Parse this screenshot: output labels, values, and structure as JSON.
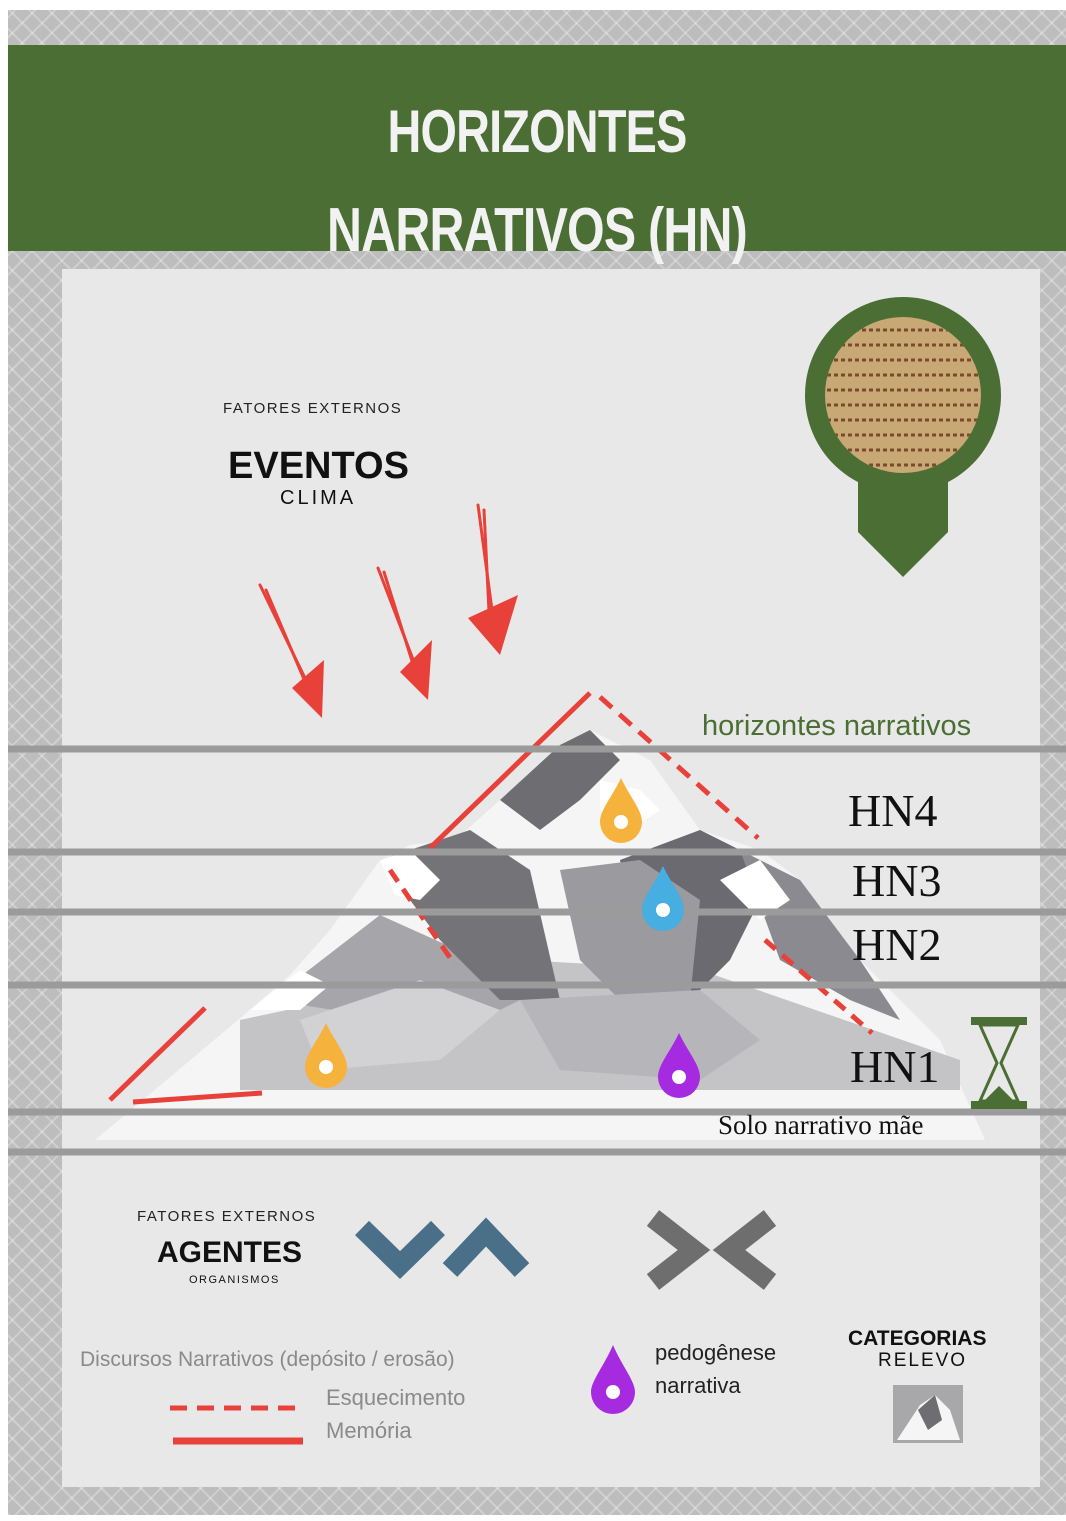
{
  "header": {
    "title_line_1": "HORIZONTES",
    "title_line_2": "NARRATIVOS (HN)"
  },
  "top_factors": {
    "heading": "FATORES EXTERNOS",
    "main": "EVENTOS",
    "sub": "CLIMA"
  },
  "horizons": {
    "heading": "horizontes narrativos",
    "levels": [
      "HN4",
      "HN3",
      "HN2",
      "HN1"
    ],
    "base": "Solo narrativo mãe"
  },
  "bottom_factors": {
    "heading": "FATORES EXTERNOS",
    "main": "AGENTES",
    "sub": "ORGANISMOS"
  },
  "legend": {
    "title": "Discursos Narrativos (depósito / erosão)",
    "dashed_label": "Esquecimento",
    "solid_label": "Memória",
    "drop_label_1": "pedogênese",
    "drop_label_2": "narrativa",
    "category_title": "CATEGORIAS",
    "category_sub": "RELEVO"
  },
  "colors": {
    "banner": "#4a6e33",
    "red": "#e8413a",
    "drop_orange": "#f5b23c",
    "drop_blue": "#46aee0",
    "drop_purple": "#a52ae0",
    "chevron_blue": "#4a7089",
    "chevron_gray": "#6e6e6e"
  },
  "icons": [
    "map-pin-manuscript-icon",
    "red-arrow-icon",
    "hourglass-icon",
    "mountain-thumbnail-icon",
    "chevron-down-icon",
    "chevron-up-icon",
    "chevron-right-icon",
    "chevron-left-icon"
  ]
}
